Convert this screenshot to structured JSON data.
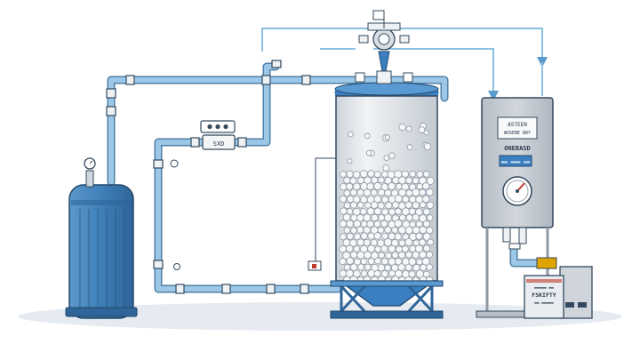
{
  "labels": {
    "pipe_box": "SXD",
    "panel_screen_line1": "ASTEEN",
    "panel_screen_line2": "WUSEBE RRY",
    "panel_caption": "ONEBASD",
    "panel_display": "▬▬ ▬▬▬ ▬▬",
    "box_line1": "▬▬▬▬▬ ▬▬",
    "box_line2": "FSKIFTY",
    "box_line3": "▬▬ ▬▬▬▬▬"
  },
  "colors": {
    "pipe": "#7fb2d8",
    "pipe_edge": "#4f7fa6",
    "tank_blue": "#3f7fb8",
    "vessel": "#e7ebef",
    "panel": "#c6ccd3",
    "floor": "#e6ebf1",
    "accent_blue": "#3a7fc0",
    "beads": "#f6f7f8"
  },
  "icons": [
    "gas-cylinder-icon",
    "pressure-gauge-icon",
    "valve-icon",
    "filter-vessel-icon",
    "control-panel-icon",
    "power-supply-box-icon"
  ]
}
